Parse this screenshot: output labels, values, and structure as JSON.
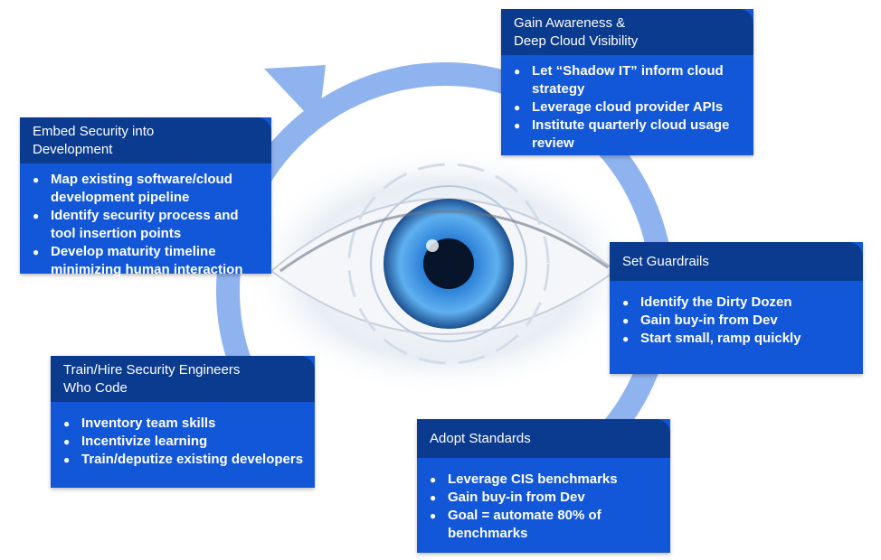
{
  "steps": [
    {
      "title_lines": [
        "Gain Awareness &",
        "Deep Cloud Visibility"
      ],
      "bullets": [
        "Let “Shadow IT” inform cloud strategy",
        "Leverage cloud provider APIs",
        "Institute quarterly cloud usage review"
      ]
    },
    {
      "title_lines": [
        "Set Guardrails"
      ],
      "bullets": [
        "Identify the Dirty Dozen",
        "Gain buy-in from Dev",
        "Start small, ramp quickly"
      ]
    },
    {
      "title_lines": [
        "Adopt Standards"
      ],
      "bullets": [
        "Leverage CIS benchmarks",
        "Gain buy-in from Dev",
        "Goal = automate 80% of benchmarks"
      ]
    },
    {
      "title_lines": [
        "Train/Hire Security Engineers",
        "Who Code"
      ],
      "bullets": [
        "Inventory team skills",
        "Incentivize learning",
        "Train/deputize  existing developers"
      ]
    },
    {
      "title_lines": [
        "Embed Security into",
        "Development"
      ],
      "bullets": [
        "Map existing software/cloud development pipeline",
        "Identify security process and tool insertion points",
        "Develop maturity timeline minimizing human interaction"
      ]
    }
  ],
  "colors": {
    "header": "#0b3b8f",
    "body": "#1257d8",
    "cycle_arrow": "#8fb3ef",
    "eye_iris": "#2a7fd6"
  },
  "icons": [
    "cycle-arrow",
    "eye-illustration"
  ]
}
